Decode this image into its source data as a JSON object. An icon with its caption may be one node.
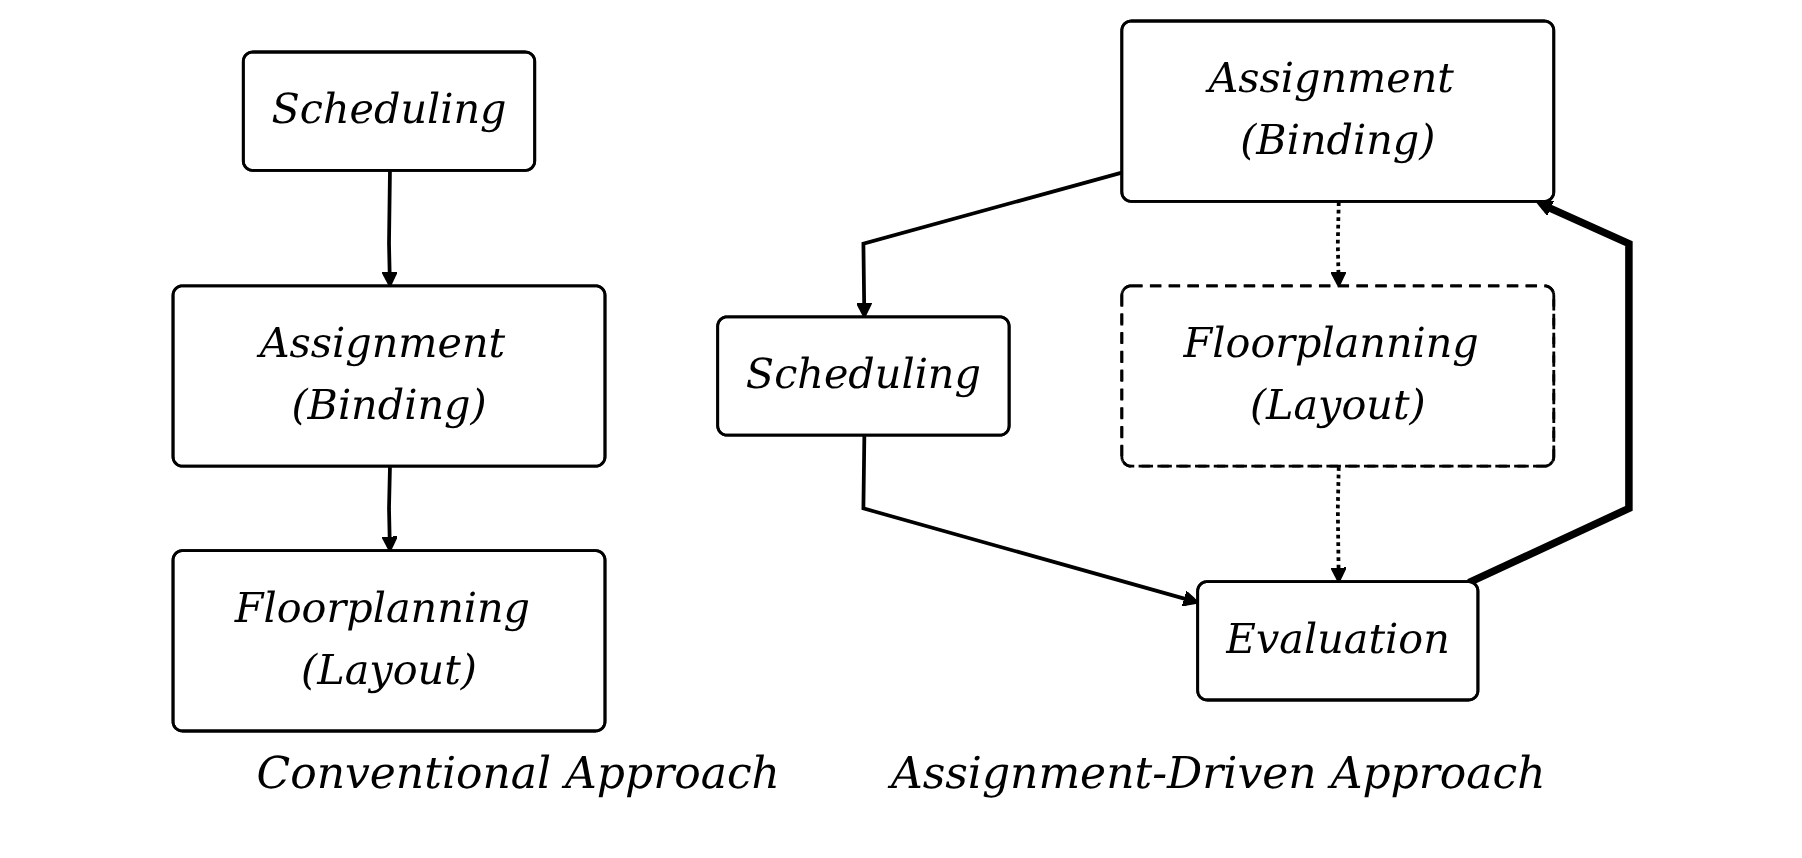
{
  "diagram": {
    "nodes": [
      {
        "text": [
          "Scheduling"
        ]
      },
      {
        "text": [
          "Assignment (Binding)"
        ]
      },
      {
        "text": [
          "Floorplanning (Layout)"
        ]
      },
      {
        "text": [
          "Assignment (Binding)"
        ]
      },
      {
        "text": [
          "Scheduling"
        ]
      },
      {
        "text": [
          "Floorplanning (Layout)"
        ]
      },
      {
        "text": [
          "Evaluation"
        ]
      }
    ],
    "edges": [
      {
        "from": 0,
        "to": 1,
        "arrow": "to"
      },
      {
        "from": 1,
        "to": 2,
        "arrow": "to"
      },
      {
        "from": 3,
        "to": 4,
        "arrow": "to"
      },
      {
        "from": 3,
        "to": 5,
        "arrow": "to",
        "style": "dashed"
      },
      {
        "from": 4,
        "to": 6,
        "arrow": "to"
      },
      {
        "from": 5,
        "to": 6,
        "arrow": "to",
        "style": "dashed"
      },
      {
        "from": 6,
        "to": 3,
        "arrow": "to",
        "style": "thick"
      }
    ],
    "labels": [
      "Conventional Approach",
      "Assignment-Driven Approach"
    ]
  }
}
